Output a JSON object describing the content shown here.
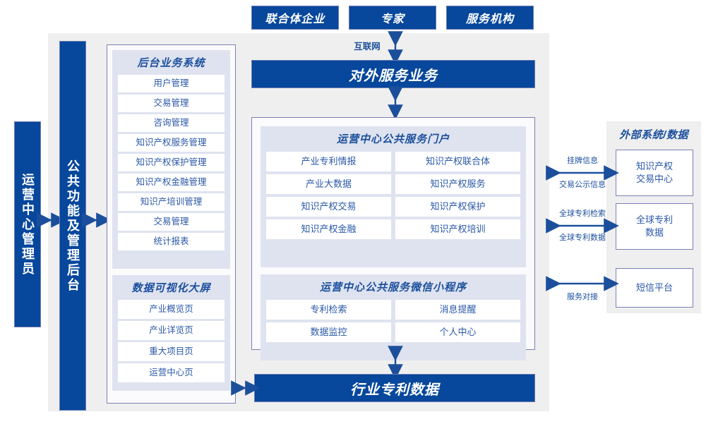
{
  "top_actors": [
    {
      "label": "联合体企业"
    },
    {
      "label": "专家"
    },
    {
      "label": "服务机构"
    }
  ],
  "internet_label": "互联网",
  "external_service_bar": "对外服务业务",
  "industry_patent_data_bar": "行业专利数据",
  "left_actor_bar": "运营中心管理员",
  "common_function_bar": "公共功能及管理后台",
  "backend": {
    "title": "后台业务系统",
    "items": [
      "用户管理",
      "交易管理",
      "咨询管理",
      "知识产权服务管理",
      "知识产权保护管理",
      "知识产权金融管理",
      "知识产培训管理",
      "交易管理",
      "统计报表"
    ]
  },
  "visualization": {
    "title": "数据可视化大屏",
    "items": [
      "产业概览页",
      "产业详览页",
      "重大项目页",
      "运营中心页"
    ]
  },
  "portal": {
    "title": "运营中心公共服务门户",
    "items": [
      "产业专利情报",
      "知识产权联合体",
      "产业大数据",
      "知识产权服务",
      "知识产权交易",
      "知识产权保护",
      "知识产权金融",
      "知识产权培训"
    ]
  },
  "miniprogram": {
    "title": "运营中心公共服务微信小程序",
    "items": [
      "专利检索",
      "消息提醒",
      "数据监控",
      "个人中心"
    ]
  },
  "external": {
    "title": "外部系统/数据",
    "boxes": [
      "知识产权\n交易中心",
      "全球专利\n数据",
      "短信平台"
    ],
    "links": [
      {
        "above": "挂牌信息",
        "below": "交易公示信息"
      },
      {
        "above": "全球专利检索",
        "below": "全球专利数据"
      },
      {
        "above": "",
        "below": "服务对接"
      }
    ]
  },
  "colors": {
    "brand_blue": "#07479c",
    "arrow_blue": "#1b4f9c",
    "panel_border": "#7b7fb5",
    "card_lavender": "#dfe3f0",
    "board_gray": "#efefef"
  }
}
